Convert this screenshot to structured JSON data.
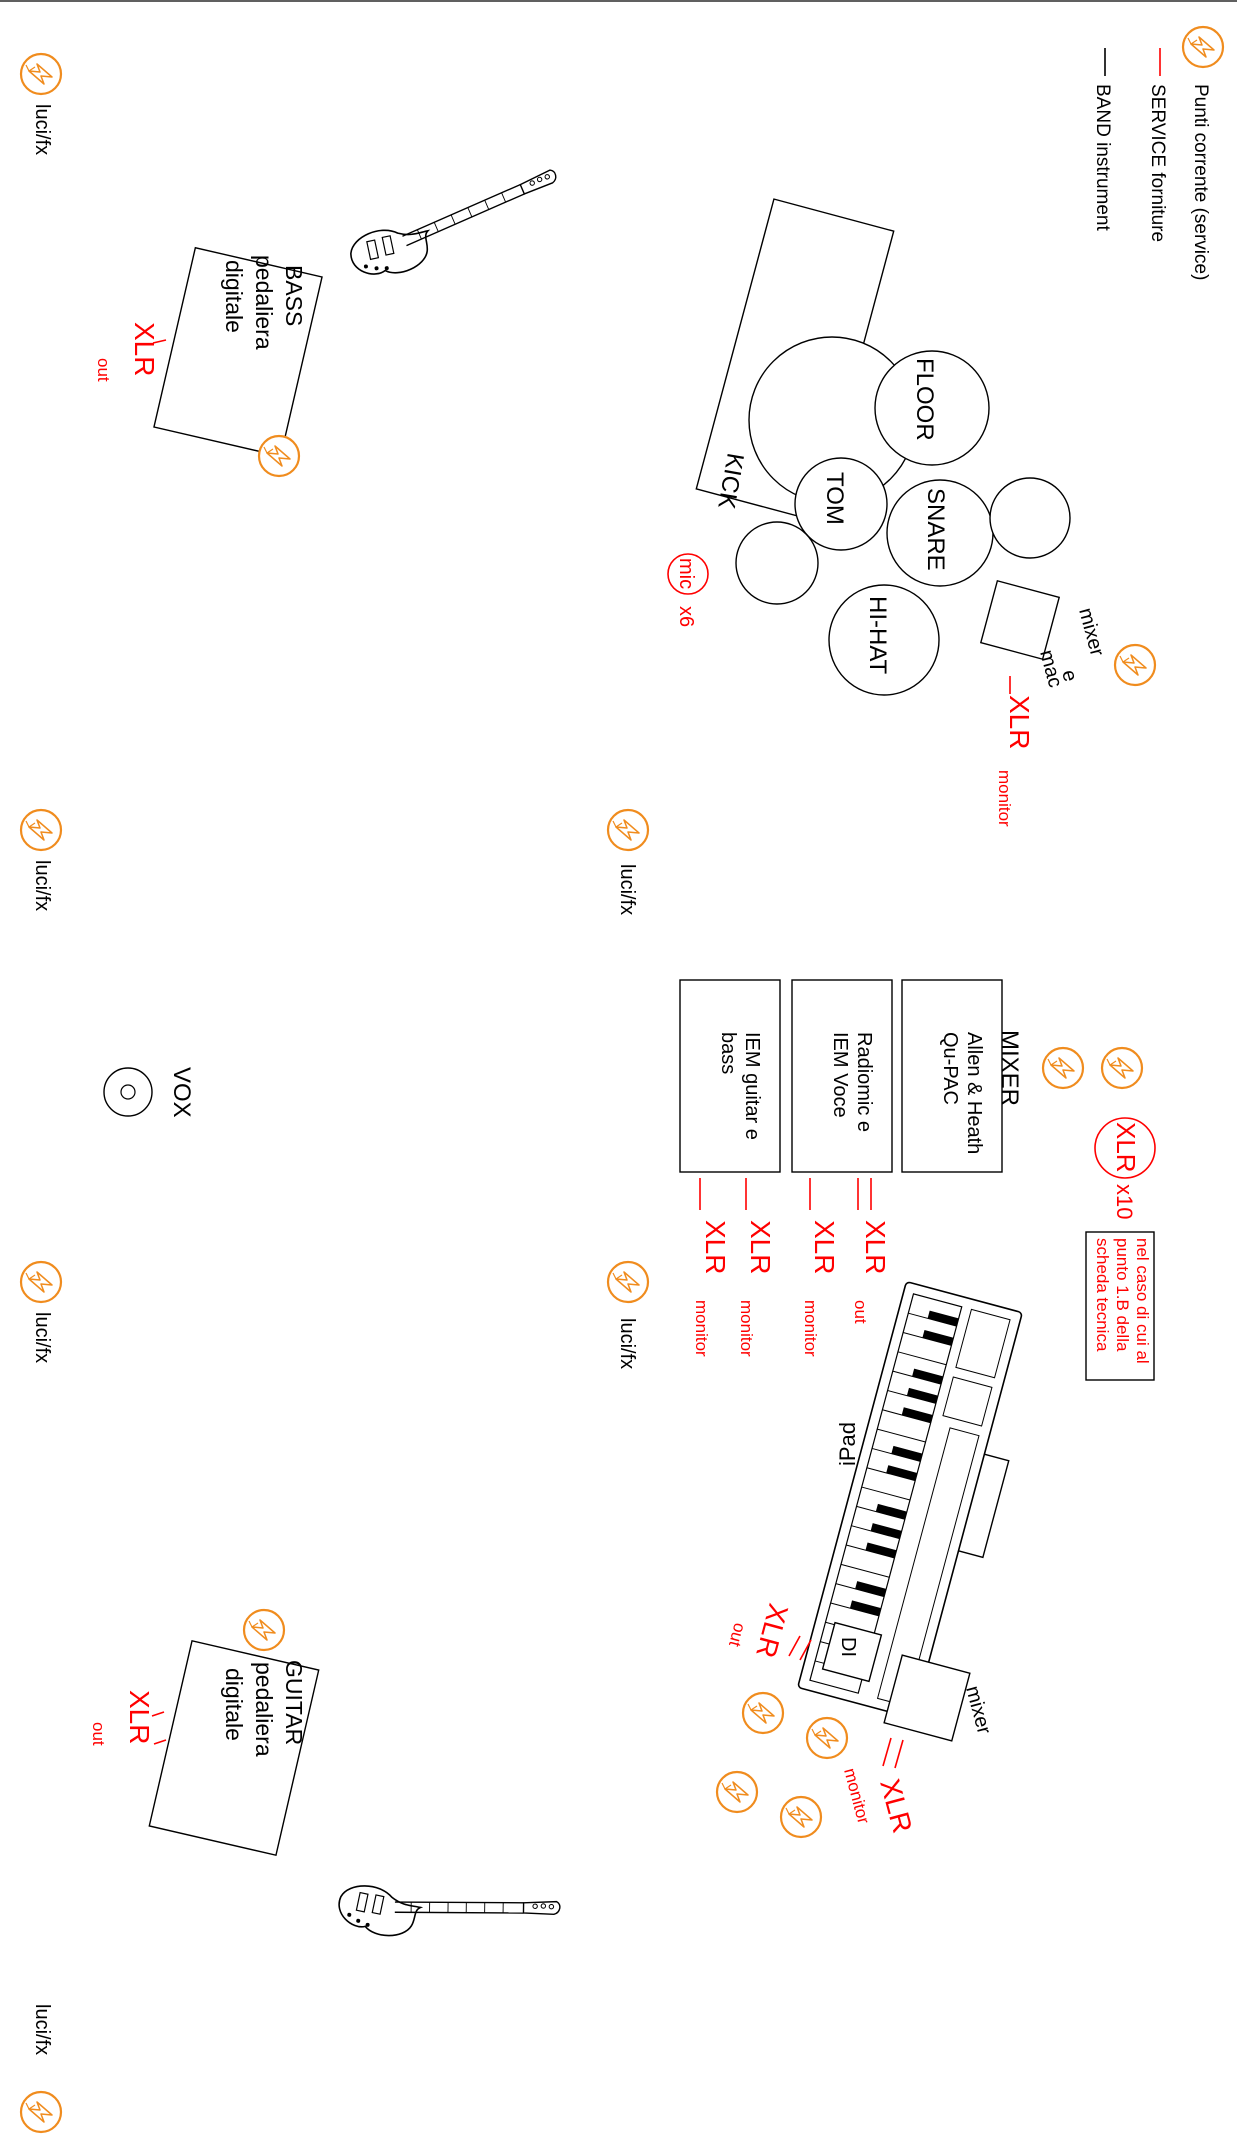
{
  "legend": {
    "power": "Punti corrente (service)",
    "service": "SERVICE forniture",
    "band": "BAND instrument"
  },
  "colors": {
    "power": "#f08c1e",
    "service": "#ff0000",
    "band": "#000000"
  },
  "icons": {
    "power": "lightning-bolt-icon",
    "guitar": "electric-guitar-icon",
    "keyboard": "keyboard-icon",
    "vocal_mic": "vocal-mic-icon"
  },
  "labels": {
    "luci_fx": "luci/fx",
    "xlr": "XLR",
    "out": "out",
    "monitor": "monitor",
    "xlr_x10": "XLR",
    "x10": "x10",
    "mic": "mic",
    "x6": "x6",
    "vox": "VOX",
    "ipad": "iPad",
    "di": "DI",
    "mixer": "mixer",
    "service_note": [
      "nel caso di cui al",
      "punto 1.B della",
      "scheda tecnica"
    ]
  },
  "bass_box": [
    "BASS",
    "pedaliera",
    "digitale"
  ],
  "guitar_box": [
    "GUITAR",
    "pedaliera",
    "digitale"
  ],
  "drums": {
    "floor": "FLOOR",
    "tom": "TOM",
    "snare": "SNARE",
    "hihat": "HI-HAT",
    "kick": "KICK",
    "mixer_mac": [
      "mixer",
      "e",
      "mac"
    ]
  },
  "mixer_rack": {
    "title": "MIXER",
    "model": [
      "Allen & Heath",
      "Qu-PAC"
    ],
    "radio": [
      "Radiomic e",
      "IEM Voce"
    ],
    "iem": [
      "IEM guitar e",
      "bass"
    ]
  }
}
